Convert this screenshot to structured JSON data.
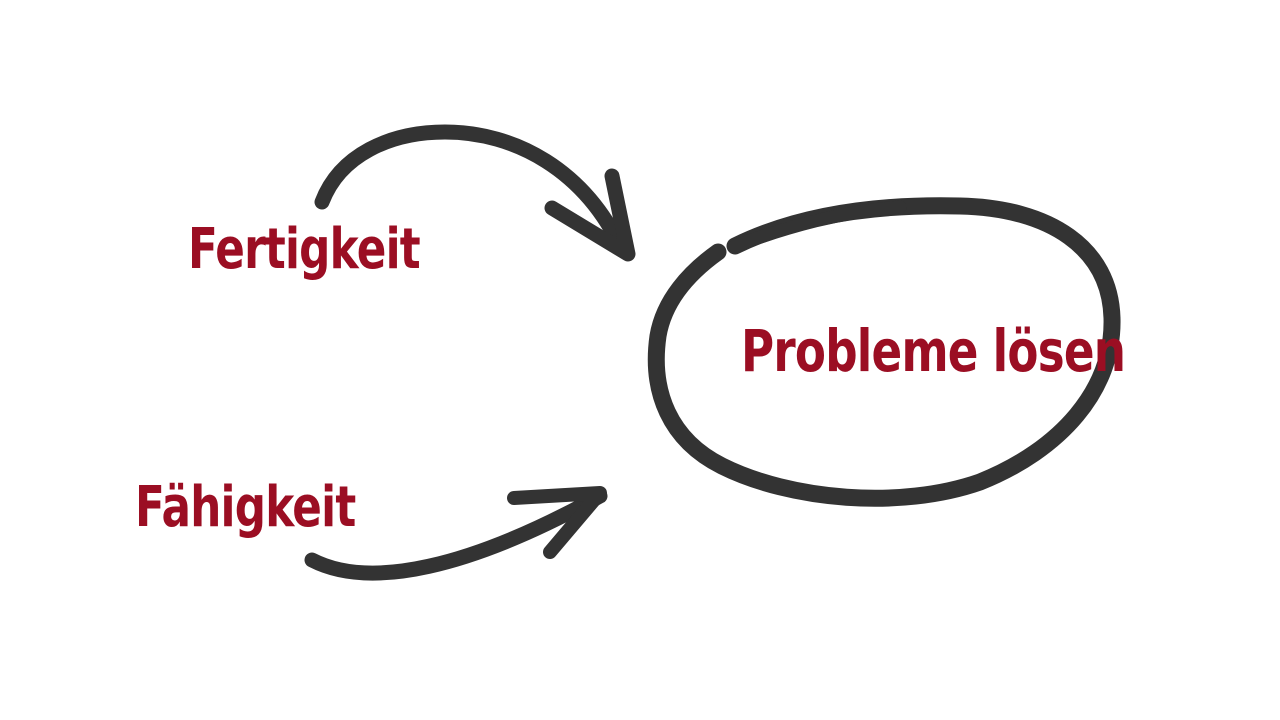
{
  "diagram": {
    "nodes": {
      "source_top": "Fertigkeit",
      "source_bottom": "Fähigkeit",
      "target": "Probleme lösen"
    },
    "edges": [
      {
        "from": "Fertigkeit",
        "to": "Probleme lösen"
      },
      {
        "from": "Fähigkeit",
        "to": "Probleme lösen"
      }
    ],
    "colors": {
      "text": "#9b0e23",
      "stroke": "#333333",
      "background": "#ffffff"
    }
  }
}
